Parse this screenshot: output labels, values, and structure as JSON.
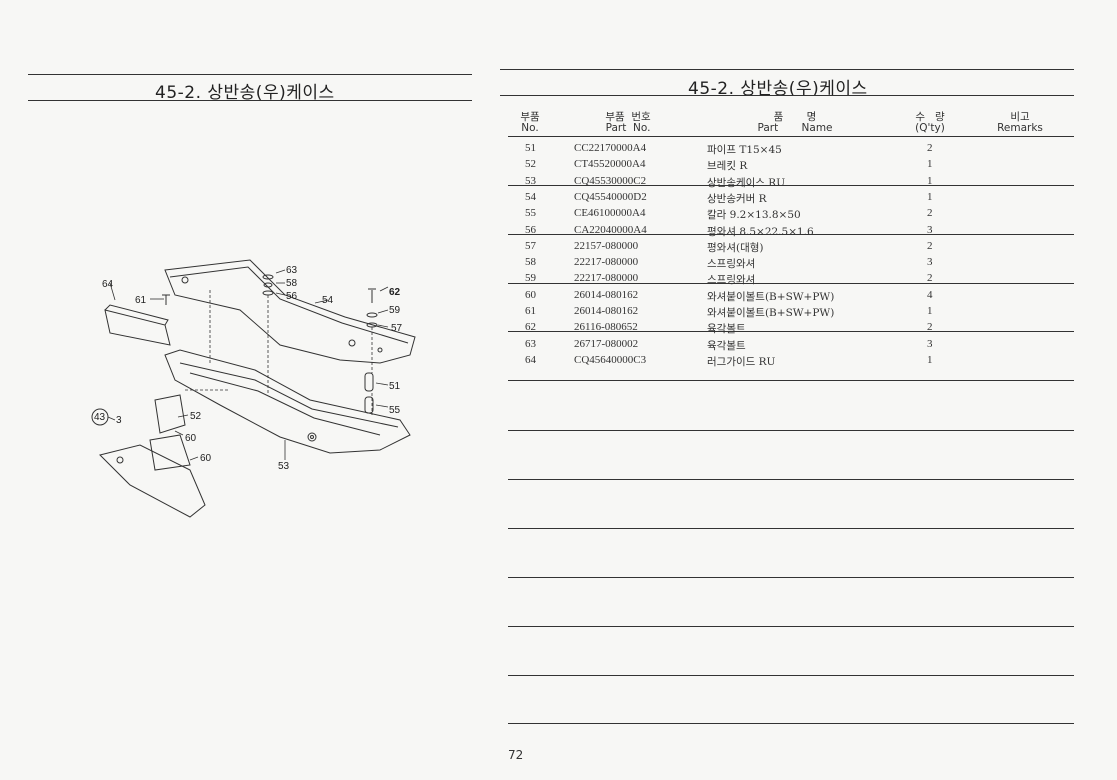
{
  "left_panel": {
    "title": "45-2. 상반송(우)케이스"
  },
  "right_panel": {
    "title": "45-2. 상반송(우)케이스"
  },
  "table": {
    "headers": {
      "no_ko": "부품",
      "no_en": "No.",
      "part_no_ko": "부품  번호",
      "part_no_en": "Part  No.",
      "name_ko": "품       명",
      "name_en": "Part       Name",
      "qty_ko": "수   량",
      "qty_en": "(Q'ty)",
      "remarks_ko": "비고",
      "remarks_en": "Remarks"
    },
    "rows": [
      {
        "no": "51",
        "part_no": "CC22170000A4",
        "name": "파이프 T15×45",
        "qty": "2"
      },
      {
        "no": "52",
        "part_no": "CT45520000A4",
        "name": "브레킷 R",
        "qty": "1"
      },
      {
        "no": "53",
        "part_no": "CQ45530000C2",
        "name": "상반송케이스 RU",
        "qty": "1"
      },
      {
        "no": "54",
        "part_no": "CQ45540000D2",
        "name": "상반송커버 R",
        "qty": "1"
      },
      {
        "no": "55",
        "part_no": "CE46100000A4",
        "name": "칼라 9.2×13.8×50",
        "qty": "2"
      },
      {
        "no": "56",
        "part_no": "CA22040000A4",
        "name": "평와셔 8.5×22.5×1.6",
        "qty": "3"
      },
      {
        "no": "57",
        "part_no": "22157-080000",
        "name": "평와셔(대형)",
        "qty": "2"
      },
      {
        "no": "58",
        "part_no": "22217-080000",
        "name": "스프링와셔",
        "qty": "3"
      },
      {
        "no": "59",
        "part_no": "22217-080000",
        "name": "스프링와셔",
        "qty": "2"
      },
      {
        "no": "60",
        "part_no": "26014-080162",
        "name": "와셔붙이볼트(B+SW+PW)",
        "qty": "4"
      },
      {
        "no": "61",
        "part_no": "26014-080162",
        "name": "와셔붙이볼트(B+SW+PW)",
        "qty": "1"
      },
      {
        "no": "62",
        "part_no": "26116-080652",
        "name": "육각볼트",
        "qty": "2"
      },
      {
        "no": "63",
        "part_no": "26717-080002",
        "name": "육각볼트",
        "qty": "3"
      },
      {
        "no": "64",
        "part_no": "CQ45640000C3",
        "name": "러그가이드 RU",
        "qty": "1"
      }
    ]
  },
  "diagram": {
    "callouts": {
      "c63": "63",
      "c58": "58",
      "c56": "56",
      "c54": "54",
      "c64": "64",
      "c61": "61",
      "c62": "62",
      "c59": "59",
      "c57": "57",
      "c51": "51",
      "c55": "55",
      "c52": "52",
      "c60a": "60",
      "c60b": "60",
      "c53": "53",
      "c3": "3",
      "c3box": "43"
    }
  },
  "page_number": "72"
}
